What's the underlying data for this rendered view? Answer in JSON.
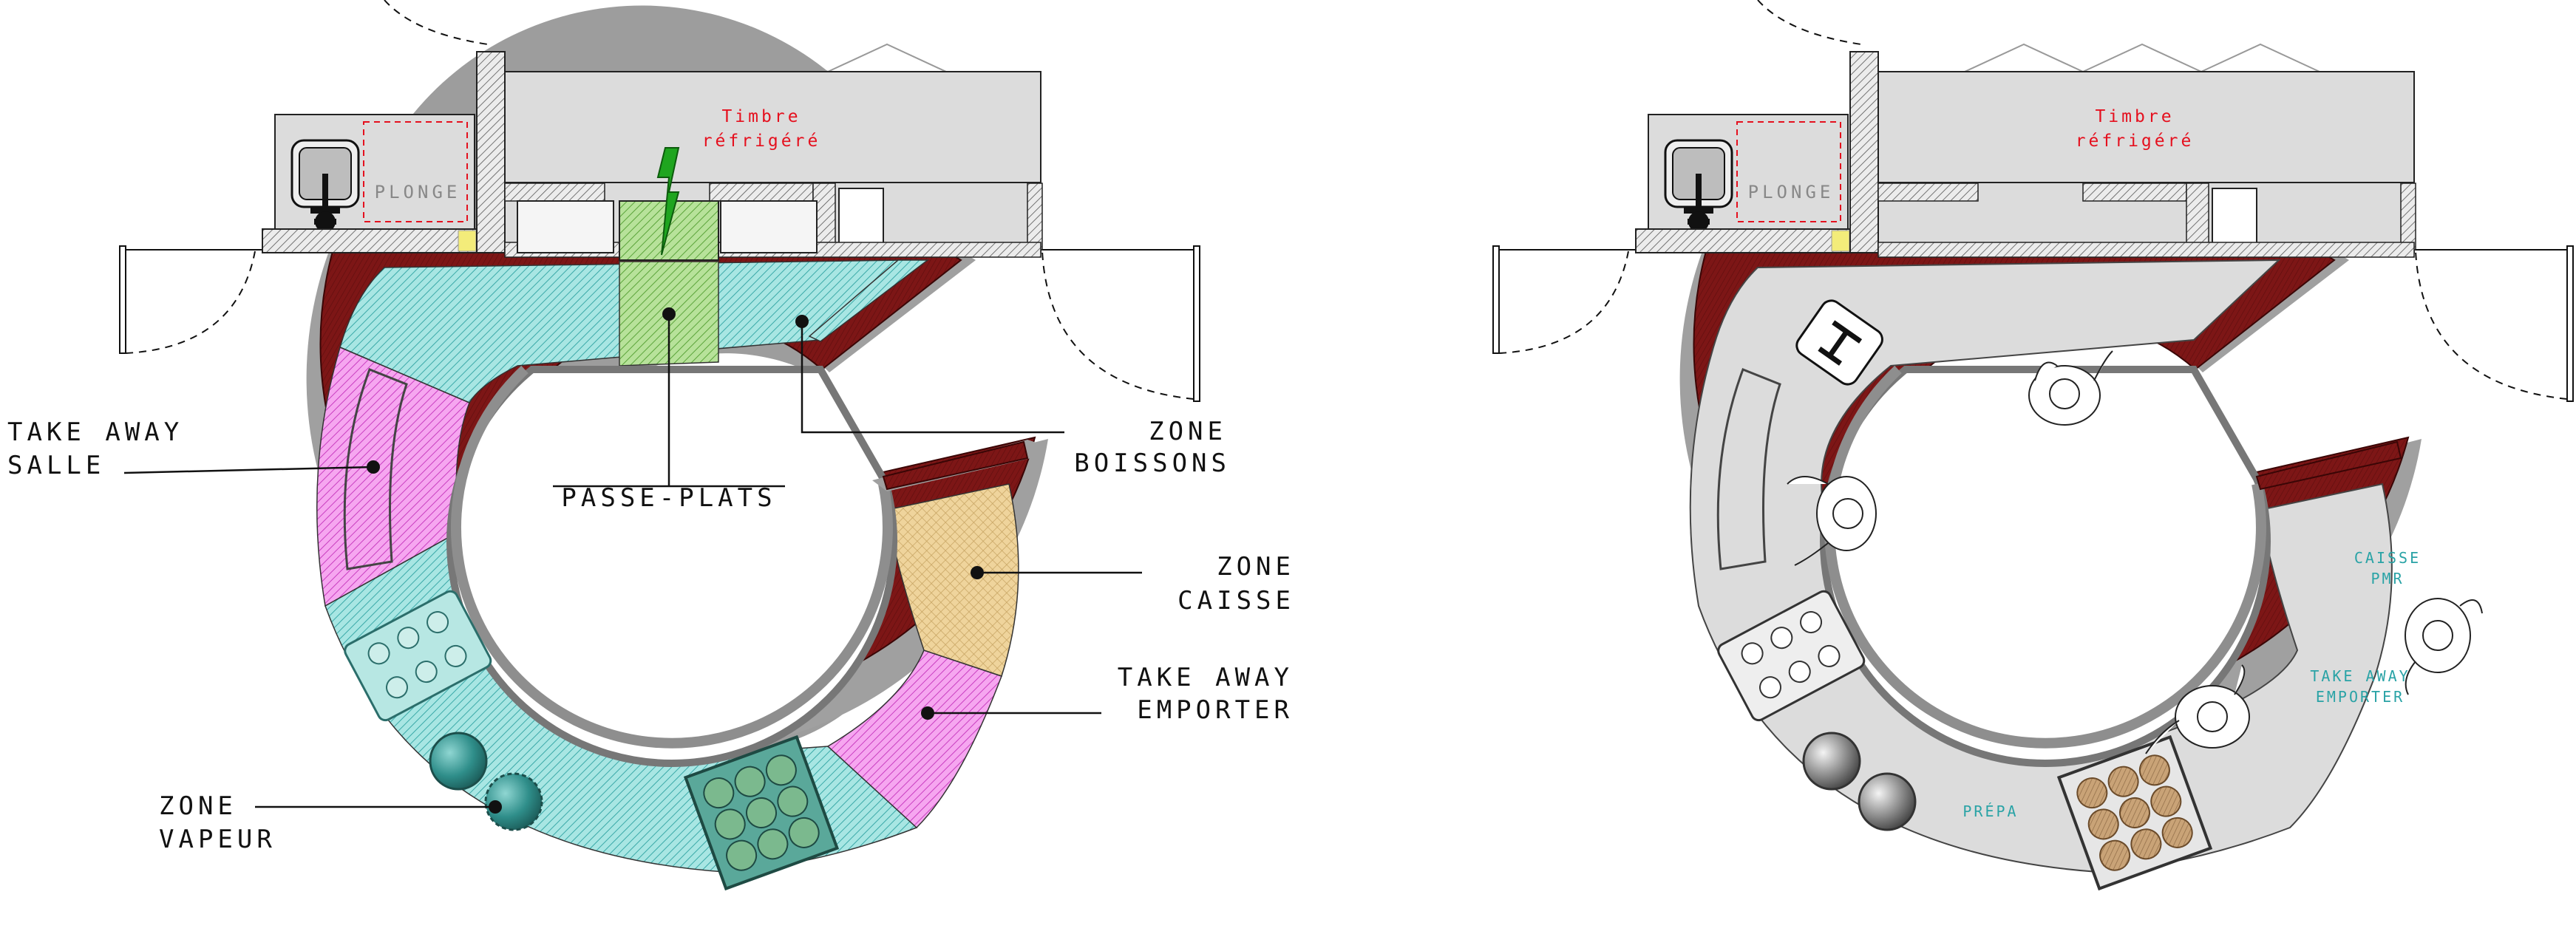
{
  "plan_left": {
    "labels": {
      "timbre_line1": "Timbre",
      "timbre_line2": "réfrigéré",
      "plonge": "PLONGE",
      "take_away_salle_line1": "TAKE AWAY",
      "take_away_salle_line2": "SALLE",
      "passe_plats": "PASSE-PLATS",
      "zone_boissons_line1": "ZONE",
      "zone_boissons_line2": "BOISSONS",
      "zone_caisse_line1": "ZONE",
      "zone_caisse_line2": "CAISSE",
      "take_away_emporter_line1": "TAKE AWAY",
      "take_away_emporter_line2": "EMPORTER",
      "zone_vapeur_line1": "ZONE",
      "zone_vapeur_line2": "VAPEUR"
    }
  },
  "plan_right": {
    "labels": {
      "timbre_line1": "Timbre",
      "timbre_line2": "réfrigéré",
      "plonge": "PLONGE",
      "caisse_pmr_line1": "CAISSE",
      "caisse_pmr_line2": "PMR",
      "take_away_emporter_line1": "TAKE AWAY",
      "take_away_emporter_line2": "EMPORTER",
      "prepa": "PRÉPA"
    }
  },
  "colors": {
    "counter_dark_red": "#7d1616",
    "counter_grey_shadow": "#9a9a9a",
    "zone_cyan": "#9fe3e0",
    "zone_magenta": "#f08ee8",
    "zone_green": "#a9dc86",
    "zone_tan": "#e9c98c",
    "worktop_grey": "#dcdcdc",
    "text_red": "#e5101e",
    "text_teal": "#2aa3a6",
    "arrow_green": "#1fa51f"
  }
}
